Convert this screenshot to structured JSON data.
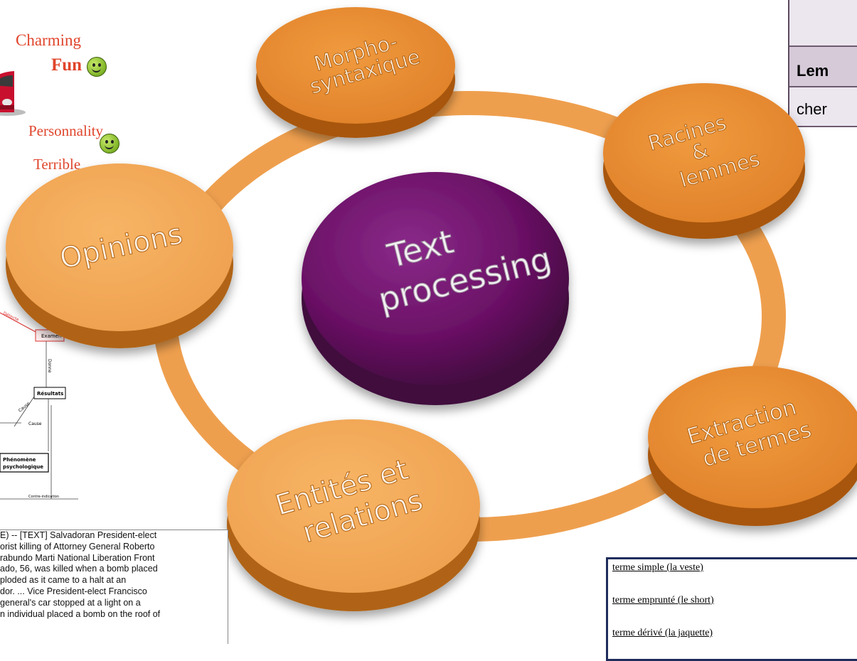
{
  "opinion_words": {
    "charming": "Charming",
    "fun": "Fun",
    "personnality": "Personnality",
    "terrible": "Terrible"
  },
  "table": {
    "row1": "Lem",
    "row2": "cher"
  },
  "center": {
    "line1": "Text",
    "line2": "processing"
  },
  "nodes": {
    "morpho": {
      "line1": "Morpho-",
      "line2": "syntaxique"
    },
    "racines": {
      "line1": "Racines",
      "line2": "&",
      "line3": "lemmes"
    },
    "extraction": {
      "line1": "Extraction",
      "line2": "de termes"
    },
    "entites": {
      "line1": "Entités et",
      "line2": "relations"
    },
    "opinions": {
      "line1": "Opinions"
    }
  },
  "mini_diagram": {
    "node1": "Examen",
    "node2": "Résultats",
    "node3": "Phénomène",
    "node3b": "psychologique",
    "edge1": "Donne",
    "edge2": "Cause",
    "edge3": "Cause",
    "edge4": "Contre-indication",
    "edge5": "Détecte"
  },
  "news_lines": [
    "E) -- [TEXT] Salvadoran President-elect",
    "orist killing of Attorney General Roberto",
    "rabundo Marti National Liberation Front",
    "ado, 56, was killed when a bomb placed",
    "ploded as it came to a halt at an",
    "dor. ... Vice President-elect Francisco",
    "general's car stopped at a light on a",
    "n individual placed a bomb on the roof of"
  ],
  "terms": {
    "t1": "terme simple",
    "t1b": " (la veste)",
    "t2": "terme emprunté",
    "t2b": " (le short)",
    "t3": "terme dérivé (la jaquette)"
  }
}
